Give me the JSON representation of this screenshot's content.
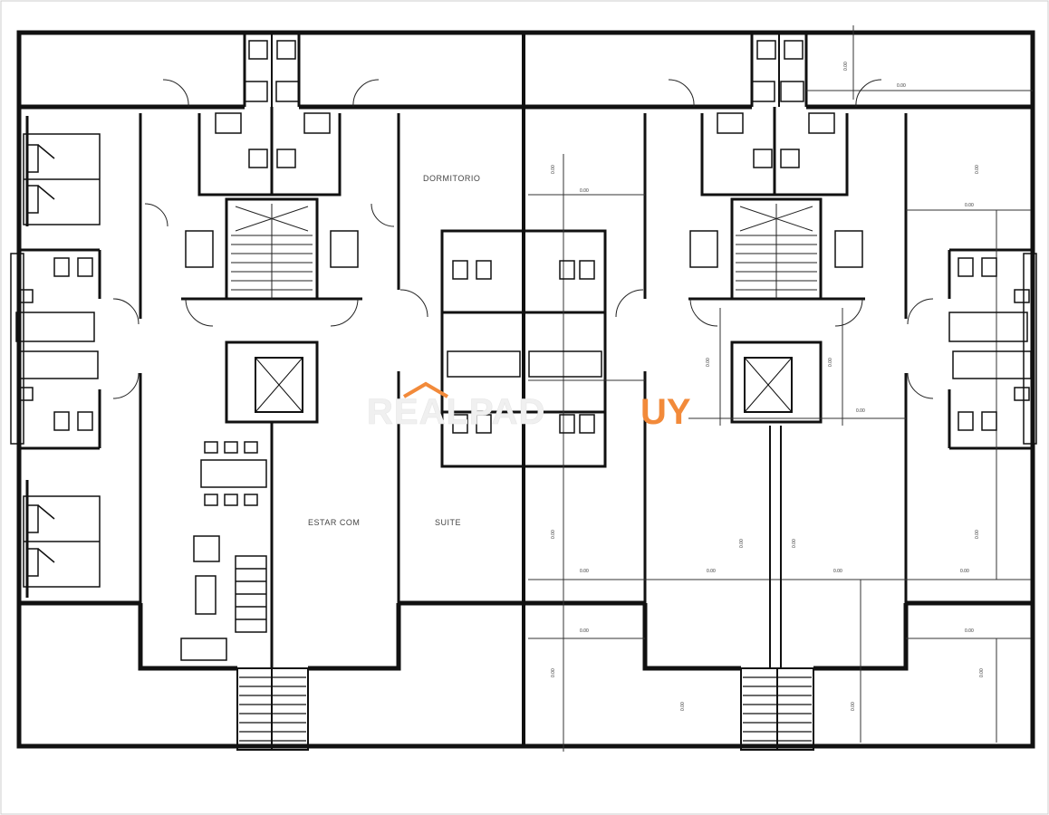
{
  "plan": {
    "room_labels": {
      "dormitorio": "DORMITORIO",
      "estar_com": "ESTAR COM",
      "suite": "SUITE"
    },
    "dimension_text": "0.00",
    "colors": {
      "wall": "#111111",
      "thin_line": "#333333",
      "watermark_accent": "#f28a3a"
    }
  },
  "watermark": {
    "main": "REALPAD",
    "accent": "UY"
  }
}
